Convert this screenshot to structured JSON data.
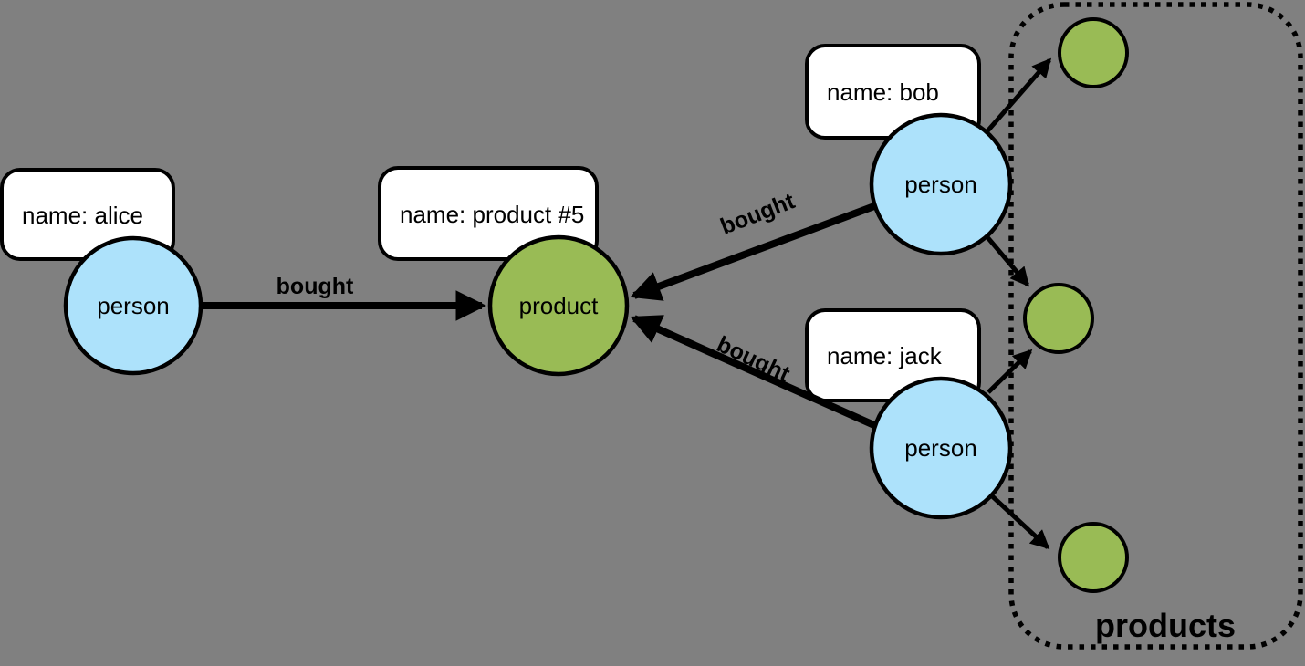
{
  "colors": {
    "background": "#808080",
    "person_fill": "#ade2fb",
    "product_fill": "#99bb55",
    "stroke": "#000000",
    "label_box_fill": "#ffffff"
  },
  "nodes": {
    "alice": {
      "type_label": "person",
      "property": "name: alice"
    },
    "bob": {
      "type_label": "person",
      "property": "name: bob"
    },
    "jack": {
      "type_label": "person",
      "property": "name: jack"
    },
    "product5": {
      "type_label": "product",
      "property": "name: product #5"
    }
  },
  "edges": {
    "alice_to_product": {
      "label": "bought"
    },
    "bob_to_product": {
      "label": "bought"
    },
    "jack_to_product": {
      "label": "bought"
    }
  },
  "group": {
    "label": "products"
  }
}
